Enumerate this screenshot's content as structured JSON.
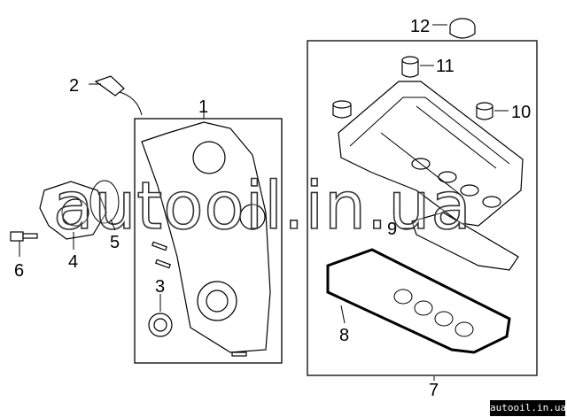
{
  "callouts": {
    "c1": "1",
    "c2": "2",
    "c3": "3",
    "c4": "4",
    "c5": "5",
    "c6": "6",
    "c7": "7",
    "c8": "8",
    "c9": "9",
    "c10": "10",
    "c11": "11",
    "c12": "12"
  },
  "watermark": "autooil.in.ua",
  "credit": "autooil.in.ua"
}
